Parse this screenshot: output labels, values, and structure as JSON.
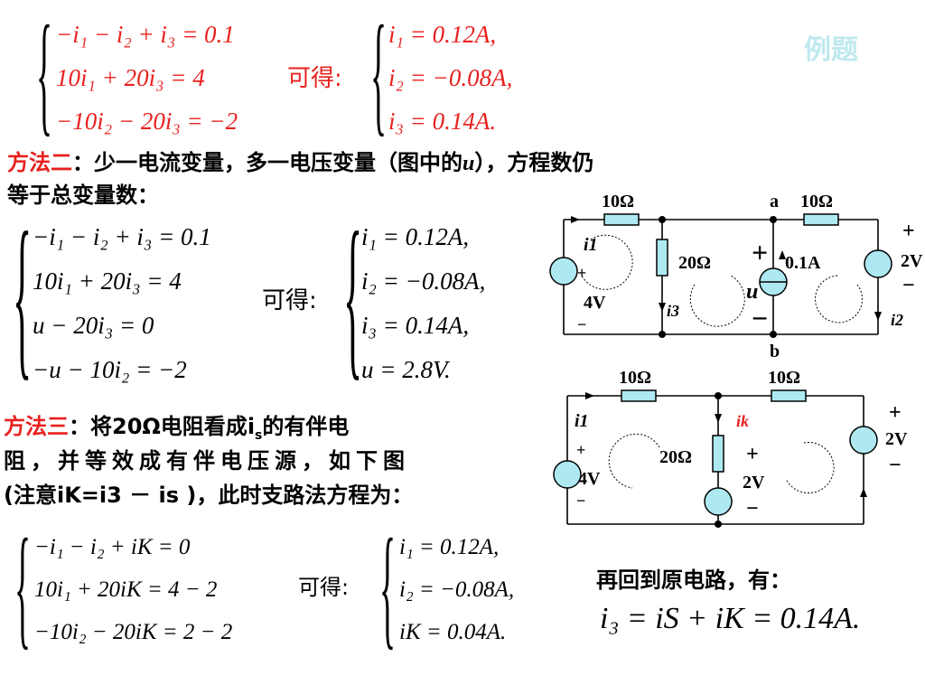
{
  "watermark": "例题",
  "result_word": "可得:",
  "method2": {
    "label": "方法二",
    "text_line1": "：少一电流变量，多一电压变量（图中的",
    "u": "u",
    "text_line1_end": "），方程数仍",
    "text_line2": "等于总变量数："
  },
  "method3": {
    "label": "方法三",
    "line1_a": "：将20Ω电阻看成",
    "is": "i",
    "is_sub": "s",
    "line1_b": "的有伴电",
    "line2": "阻，并等效成有伴电压源，如下图",
    "line3": "(注意iK=i3 － is )，此时支路法方程为："
  },
  "block1": {
    "equations": [
      "−i₁ − i₂ + i₃ = 0.1",
      "10i₁ + 20i₃ = 4",
      "−10i₂ − 20i₃ = −2"
    ],
    "results": [
      "i₁ = 0.12A,",
      "i₂ = −0.08A,",
      "i₃ = 0.14A."
    ]
  },
  "block2": {
    "equations": [
      "−i₁ − i₂ + i₃ = 0.1",
      "10i₁ + 20i₃ = 4",
      "u − 20i₃ = 0",
      "−u − 10i₂ = −2"
    ],
    "results": [
      "i₁ = 0.12A,",
      "i₂ = −0.08A,",
      "i₃ = 0.14A,",
      "u = 2.8V."
    ]
  },
  "block3": {
    "equations": [
      "−i₁ − i₂ + iK = 0",
      "10i₁ + 20iK = 4 − 2",
      "−10i₂ − 20iK = 2 − 2"
    ],
    "results": [
      "i₁ = 0.12A,",
      "i₂ = −0.08A,",
      "iK = 0.04A."
    ]
  },
  "return_text": "再回到原电路，有：",
  "final_eq": "i₃ = iS + iK = 0.14A.",
  "circuit1": {
    "r_top_left": "10Ω",
    "r_top_right": "10Ω",
    "r_mid": "20Ω",
    "node_a": "a",
    "node_b": "b",
    "current_src": "0.1A",
    "src_left": "4V",
    "src_right": "2V",
    "i1": "i1",
    "i2": "i2",
    "i3": "i3",
    "u": "u",
    "plus": "+",
    "minus": "−"
  },
  "circuit2": {
    "r_top_left": "10Ω",
    "r_top_right": "10Ω",
    "r_mid": "20Ω",
    "src_left": "4V",
    "src_mid": "2V",
    "src_right": "2V",
    "i1": "i1",
    "ik": "ik",
    "plus": "+",
    "minus": "−"
  },
  "colors": {
    "red": "#e8201d",
    "watermark": "#bfe9ef"
  }
}
